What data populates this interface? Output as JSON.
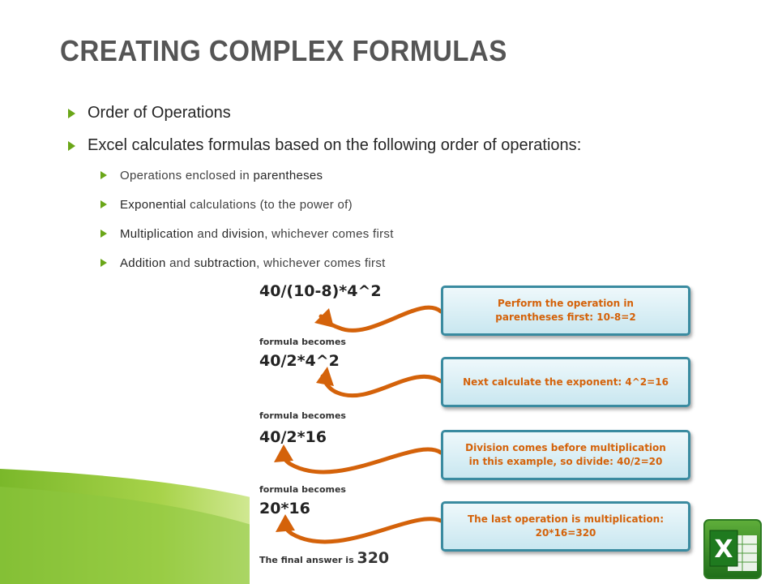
{
  "slide": {
    "title": "CREATING COMPLEX FORMULAS",
    "bullets": [
      {
        "text": "Order of Operations"
      },
      {
        "pre": "Excel calculates formulas based on the following ",
        "em": "order of operations",
        "post": ":"
      }
    ],
    "sub_bullets": [
      {
        "pre": "Operations enclosed in ",
        "bold": "parentheses",
        "post": ""
      },
      {
        "pre": "",
        "bold": "Exponential",
        "post": " calculations (to the power of)"
      },
      {
        "pre": "",
        "bold": "Multiplication",
        "mid": " and ",
        "bold2": "division",
        "post": ", whichever comes first"
      },
      {
        "pre": "",
        "bold": "Addition",
        "mid": " and ",
        "bold2": "subtraction",
        "post": ", whichever comes first"
      }
    ]
  },
  "figure": {
    "formulas": [
      "40/(10-8)*4^2",
      "40/2*4^2",
      "40/2*16",
      "20*16"
    ],
    "becomes_label": "formula becomes",
    "final_label": "The final answer is ",
    "final_value": "320",
    "callouts": [
      {
        "line1": "Perform the operation in",
        "line2": "parentheses first: 10-8=2"
      },
      {
        "line1": "Next calculate the exponent: 4^2=16",
        "line2": ""
      },
      {
        "line1": "Division comes before multiplication",
        "line2": "in this example, so divide: 40/2=20"
      },
      {
        "line1": "The last operation is multiplication:",
        "line2": "20*16=320"
      }
    ],
    "arrow_color": "#d4620a",
    "callout_border": "#3a8ba0"
  },
  "logo": {
    "icon": "excel-logo-icon",
    "letter": "X"
  },
  "theme": {
    "accent_green": "#6aa618"
  }
}
